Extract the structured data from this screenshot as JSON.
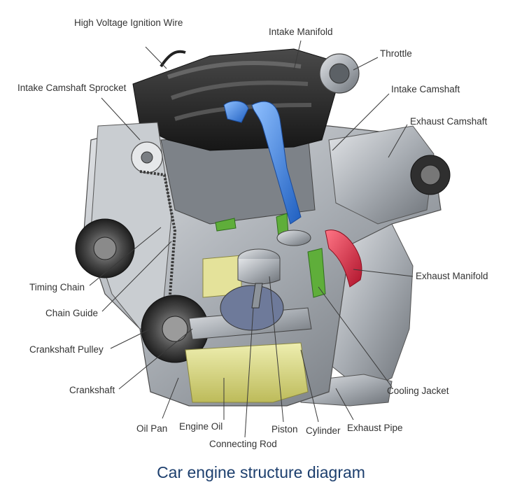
{
  "title": "Car engine structure diagram",
  "labels": {
    "high_voltage_ignition_wire": "High Voltage Ignition Wire",
    "intake_manifold": "Intake Manifold",
    "throttle": "Throttle",
    "intake_camshaft_sprocket": "Intake Camshaft Sprocket",
    "intake_camshaft": "Intake Camshaft",
    "exhaust_camshaft": "Exhaust Camshaft",
    "timing_chain": "Timing Chain",
    "exhaust_manifold": "Exhaust Manifold",
    "chain_guide": "Chain Guide",
    "crankshaft_pulley": "Crankshaft Pulley",
    "crankshaft": "Crankshaft",
    "cooling_jacket": "Cooling Jacket",
    "oil_pan": "Oil Pan",
    "engine_oil": "Engine Oil",
    "piston": "Piston",
    "cylinder": "Cylinder",
    "exhaust_pipe": "Exhaust Pipe",
    "connecting_rod": "Connecting Rod"
  },
  "colors": {
    "title": "#1d3f6e",
    "label_text": "#333333",
    "leader_line": "#3a3a3a",
    "engine_dark": "#2b2b2b",
    "engine_metal": "#9ea3a8",
    "intake_blue": "#3c7fd8",
    "exhaust_red": "#d8304a",
    "coolant_green": "#5fae3a",
    "oil_yellow": "#d9d77a"
  }
}
